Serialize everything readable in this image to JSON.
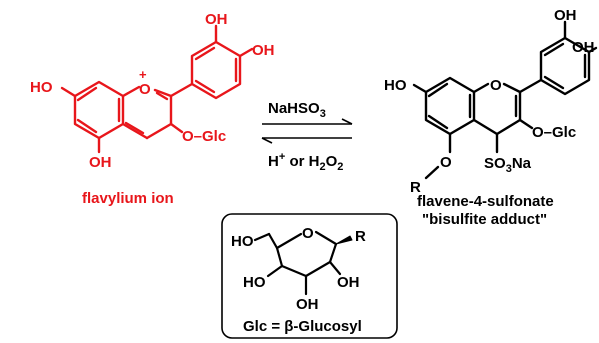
{
  "colors": {
    "flavylium": "#e8161b",
    "adduct": "#000000"
  },
  "flavylium": {
    "ho_top": "OH",
    "ho_right": "OH",
    "ho_left": "HO",
    "ring_oxygen": "O",
    "charge": "+",
    "glc_sub": "O–Glc",
    "oh_bottom": "OH",
    "caption": "flavylium ion"
  },
  "reaction": {
    "forward_reagent": "NaHSO",
    "forward_subscript": "3",
    "reverse_h": "H",
    "reverse_h_sup": "+",
    "reverse_or": " or H",
    "reverse_sub": "2",
    "reverse_o": "O",
    "reverse_sub2": "2"
  },
  "adduct": {
    "ho_top": "OH",
    "ho_right": "OH",
    "ho_left": "HO",
    "ring_oxygen": "O",
    "glc_sub": "O–Glc",
    "ro": "O",
    "r": "R",
    "sulfonate": "SO",
    "sulfonate_sub": "3",
    "sulfonate_na": "Na",
    "caption_line1": "flavene-4-sulfonate",
    "caption_line2": "\"bisulfite adduct\""
  },
  "glucose_box": {
    "ho_ch2": "HO",
    "ring_o": "O",
    "r": "R",
    "ho_left": "HO",
    "oh_right": "OH",
    "oh_bottom": "OH",
    "legend": "Glc = β-Glucosyl"
  }
}
